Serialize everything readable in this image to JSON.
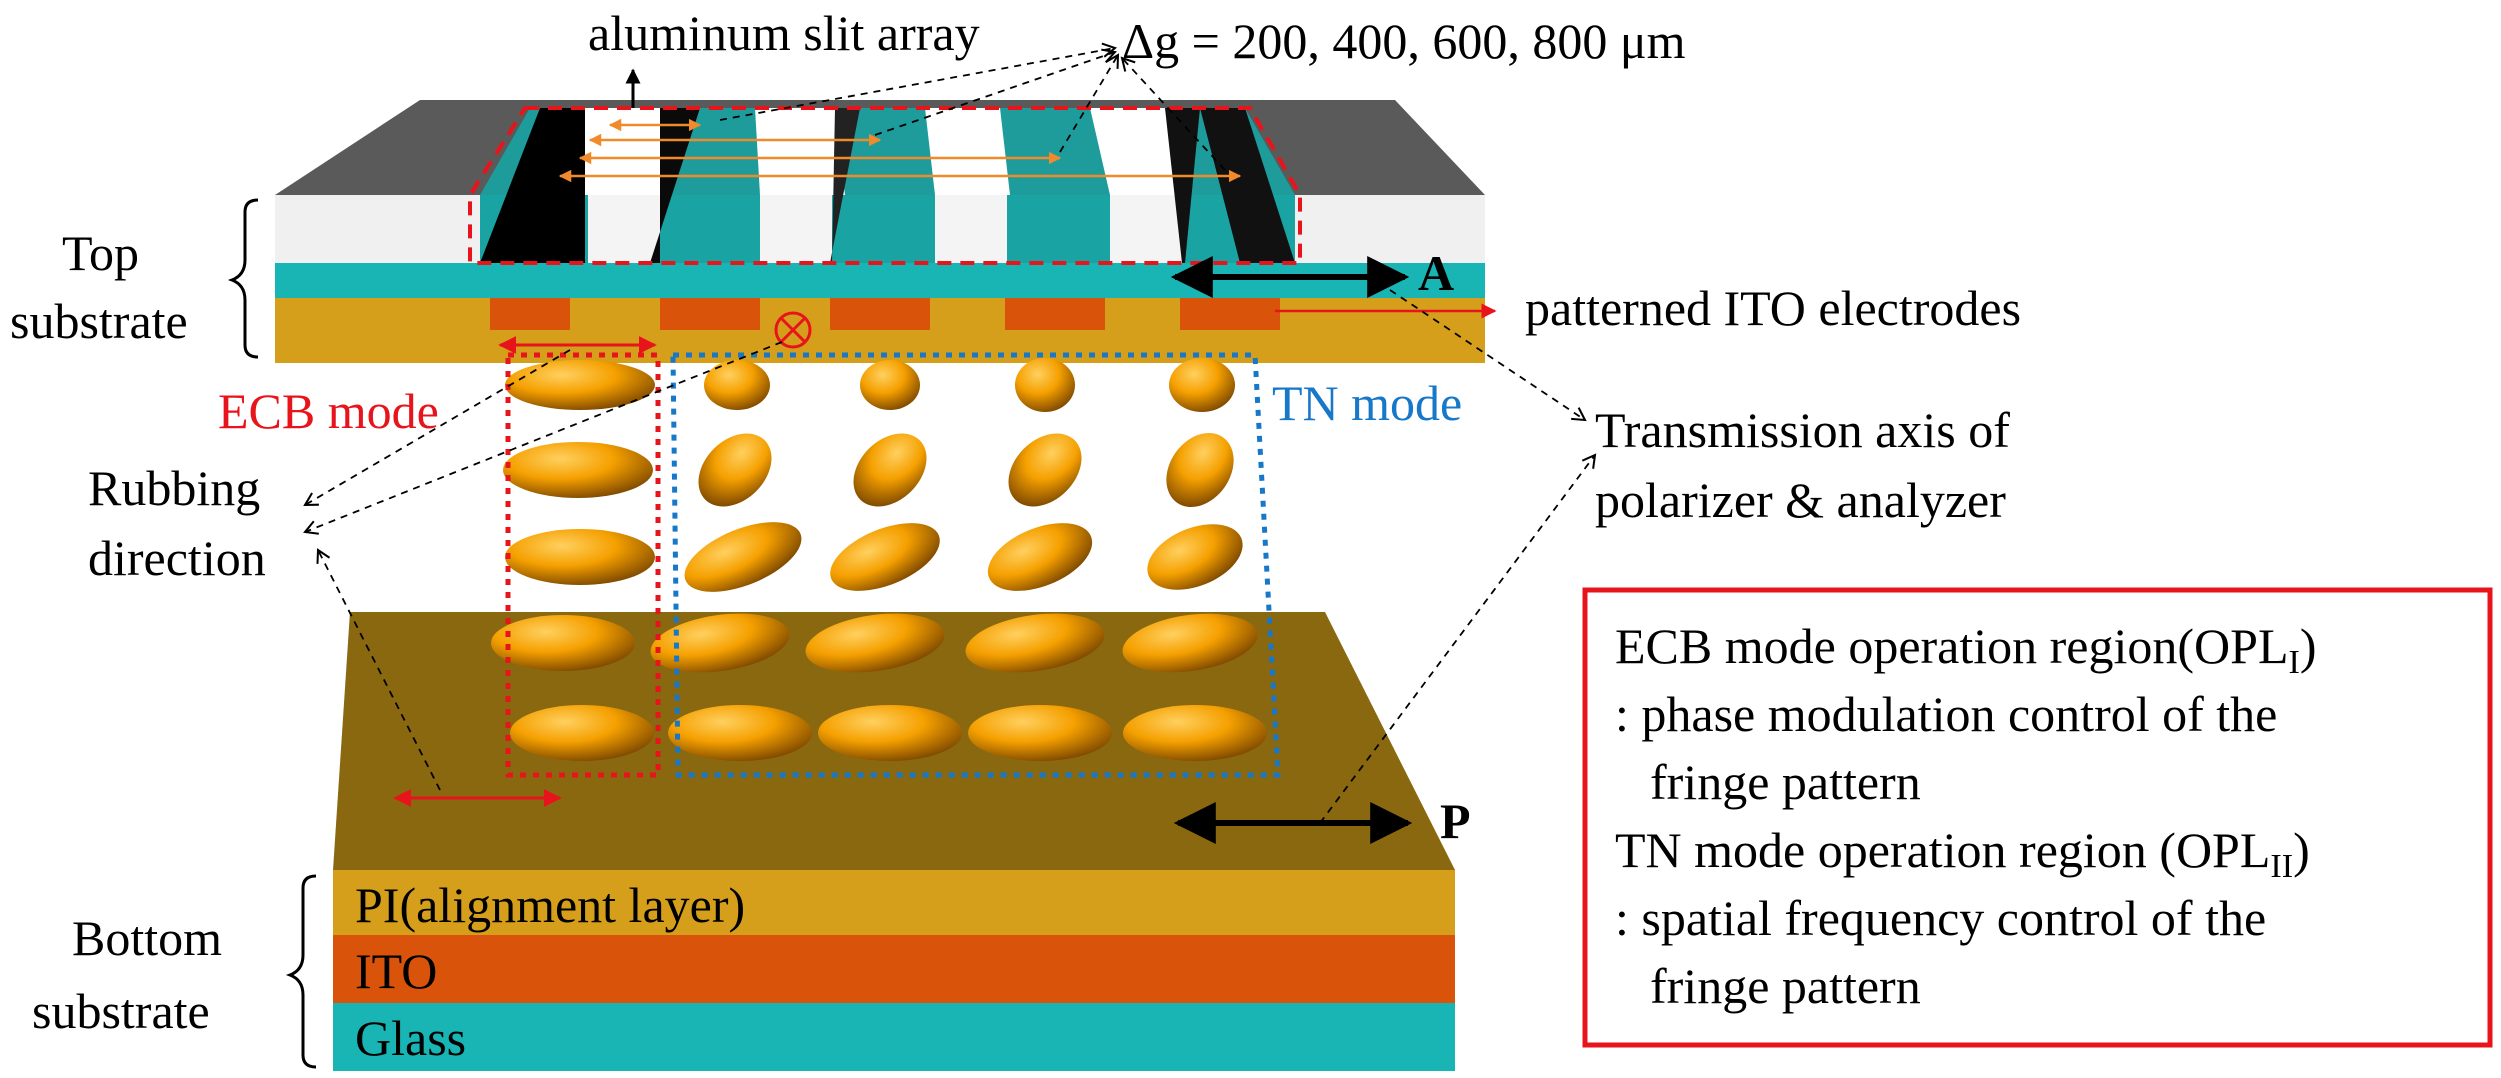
{
  "labels": {
    "slit_array": "aluminum slit array",
    "delta_g": "Δg = 200, 400, 600, 800 μm",
    "top_substrate_1": "Top",
    "top_substrate_2": "substrate",
    "analyzer_A": "A",
    "patterned_ito": "patterned ITO electrodes",
    "ecb_mode": "ECB mode",
    "tn_mode": "TN mode",
    "transmission_1": "Transmission axis of",
    "transmission_2": "polarizer & analyzer",
    "rubbing_1": "Rubbing",
    "rubbing_2": "direction",
    "polarizer_P": "P",
    "bottom_substrate_1": "Bottom",
    "bottom_substrate_2": "substrate",
    "layer_pi": "PI(alignment layer)",
    "layer_ito": "ITO",
    "layer_glass": "Glass"
  },
  "info_box": {
    "line1_main": "ECB mode operation region(OPL",
    "line1_sub": "I",
    "line1_end": ")",
    "line2": ": phase modulation control of the",
    "line3": "fringe pattern",
    "line4_main": "TN mode operation region (OPL",
    "line4_sub": "II",
    "line4_end": ")",
    "line5": ": spatial frequency control of the",
    "line6": "fringe pattern"
  },
  "colors": {
    "ecb_red": "#e8141b",
    "tn_blue": "#1777c8",
    "teal": "#19b5b5",
    "gold": "#d59f1c",
    "ito_orange": "#d9540a",
    "lc_orange": "#f5a000",
    "bottom_plate": "#8a6810"
  }
}
